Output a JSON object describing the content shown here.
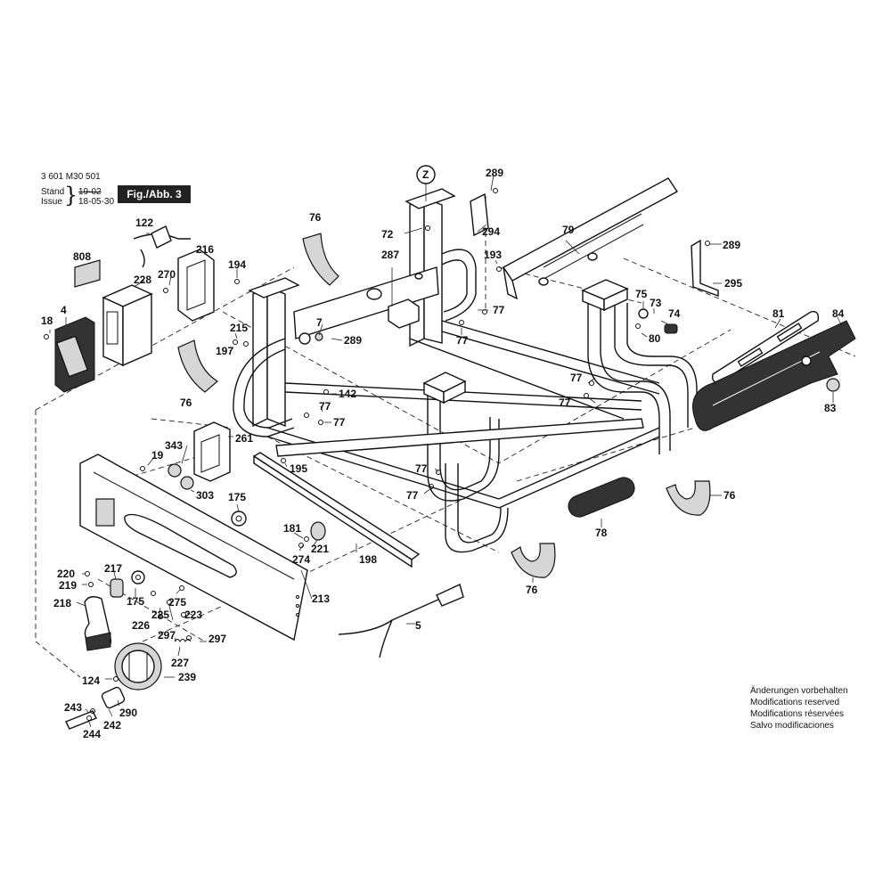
{
  "header": {
    "drawing_number": "3 601 M30 501",
    "stand_label": "Stand",
    "issue_label": "Issue",
    "stand_value": "19-02",
    "issue_value": "18-05-30",
    "figure_label": "Fig./Abb. 3",
    "view_marker": "Z"
  },
  "notes": [
    "Änderungen vorbehalten",
    "Modifications reserved",
    "Modifications réservées",
    "Salvo modificaciones"
  ],
  "part_labels": {
    "p4": "4",
    "p5": "5",
    "p7": "7",
    "p18": "18",
    "p19": "19",
    "p72": "72",
    "p73": "73",
    "p74": "74",
    "p75": "75",
    "p76a": "76",
    "p76b": "76",
    "p76c": "76",
    "p76d": "76",
    "p77a": "77",
    "p77b": "77",
    "p77c": "77",
    "p77d": "77",
    "p77e": "77",
    "p77f": "77",
    "p77g": "77",
    "p77h": "77",
    "p78": "78",
    "p79": "79",
    "p80": "80",
    "p81": "81",
    "p83": "83",
    "p84": "84",
    "p122": "122",
    "p124": "124",
    "p142": "142",
    "p175a": "175",
    "p175b": "175",
    "p181": "181",
    "p193": "193",
    "p194": "194",
    "p195": "195",
    "p197": "197",
    "p198": "198",
    "p213": "213",
    "p215": "215",
    "p216": "216",
    "p217": "217",
    "p218": "218",
    "p219": "219",
    "p220": "220",
    "p221": "221",
    "p223": "223",
    "p225": "225",
    "p226": "226",
    "p227": "227",
    "p228": "228",
    "p239": "239",
    "p242": "242",
    "p243": "243",
    "p244": "244",
    "p261": "261",
    "p270": "270",
    "p274": "274",
    "p275": "275",
    "p287": "287",
    "p289a": "289",
    "p289b": "289",
    "p289c": "289",
    "p290": "290",
    "p294": "294",
    "p295": "295",
    "p297a": "297",
    "p297b": "297",
    "p303": "303",
    "p343": "343",
    "p808": "808"
  }
}
